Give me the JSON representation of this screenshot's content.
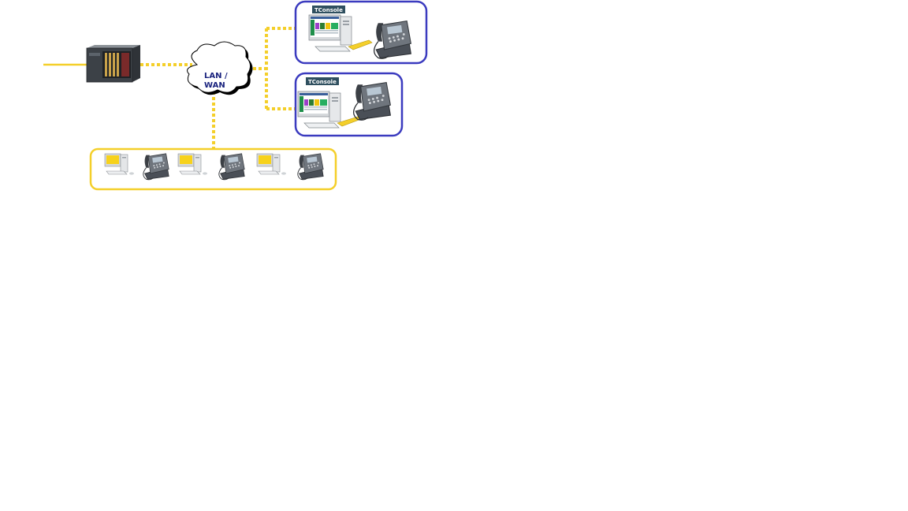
{
  "network": {
    "cloud_label_line1": "LAN /",
    "cloud_label_line2": "WAN"
  },
  "consoles": [
    {
      "badge": "TConsole"
    },
    {
      "badge": "TConsole"
    }
  ],
  "colors": {
    "connection_line": "#f4cf2a",
    "console_group_border": "#3b3bbf",
    "endpoint_group_border": "#f4cf2a",
    "cloud_label": "#1a237e"
  },
  "icons": {
    "server": "pbx-server-icon",
    "cloud": "network-cloud-icon",
    "computer": "workstation-icon",
    "phone": "ip-phone-icon"
  }
}
